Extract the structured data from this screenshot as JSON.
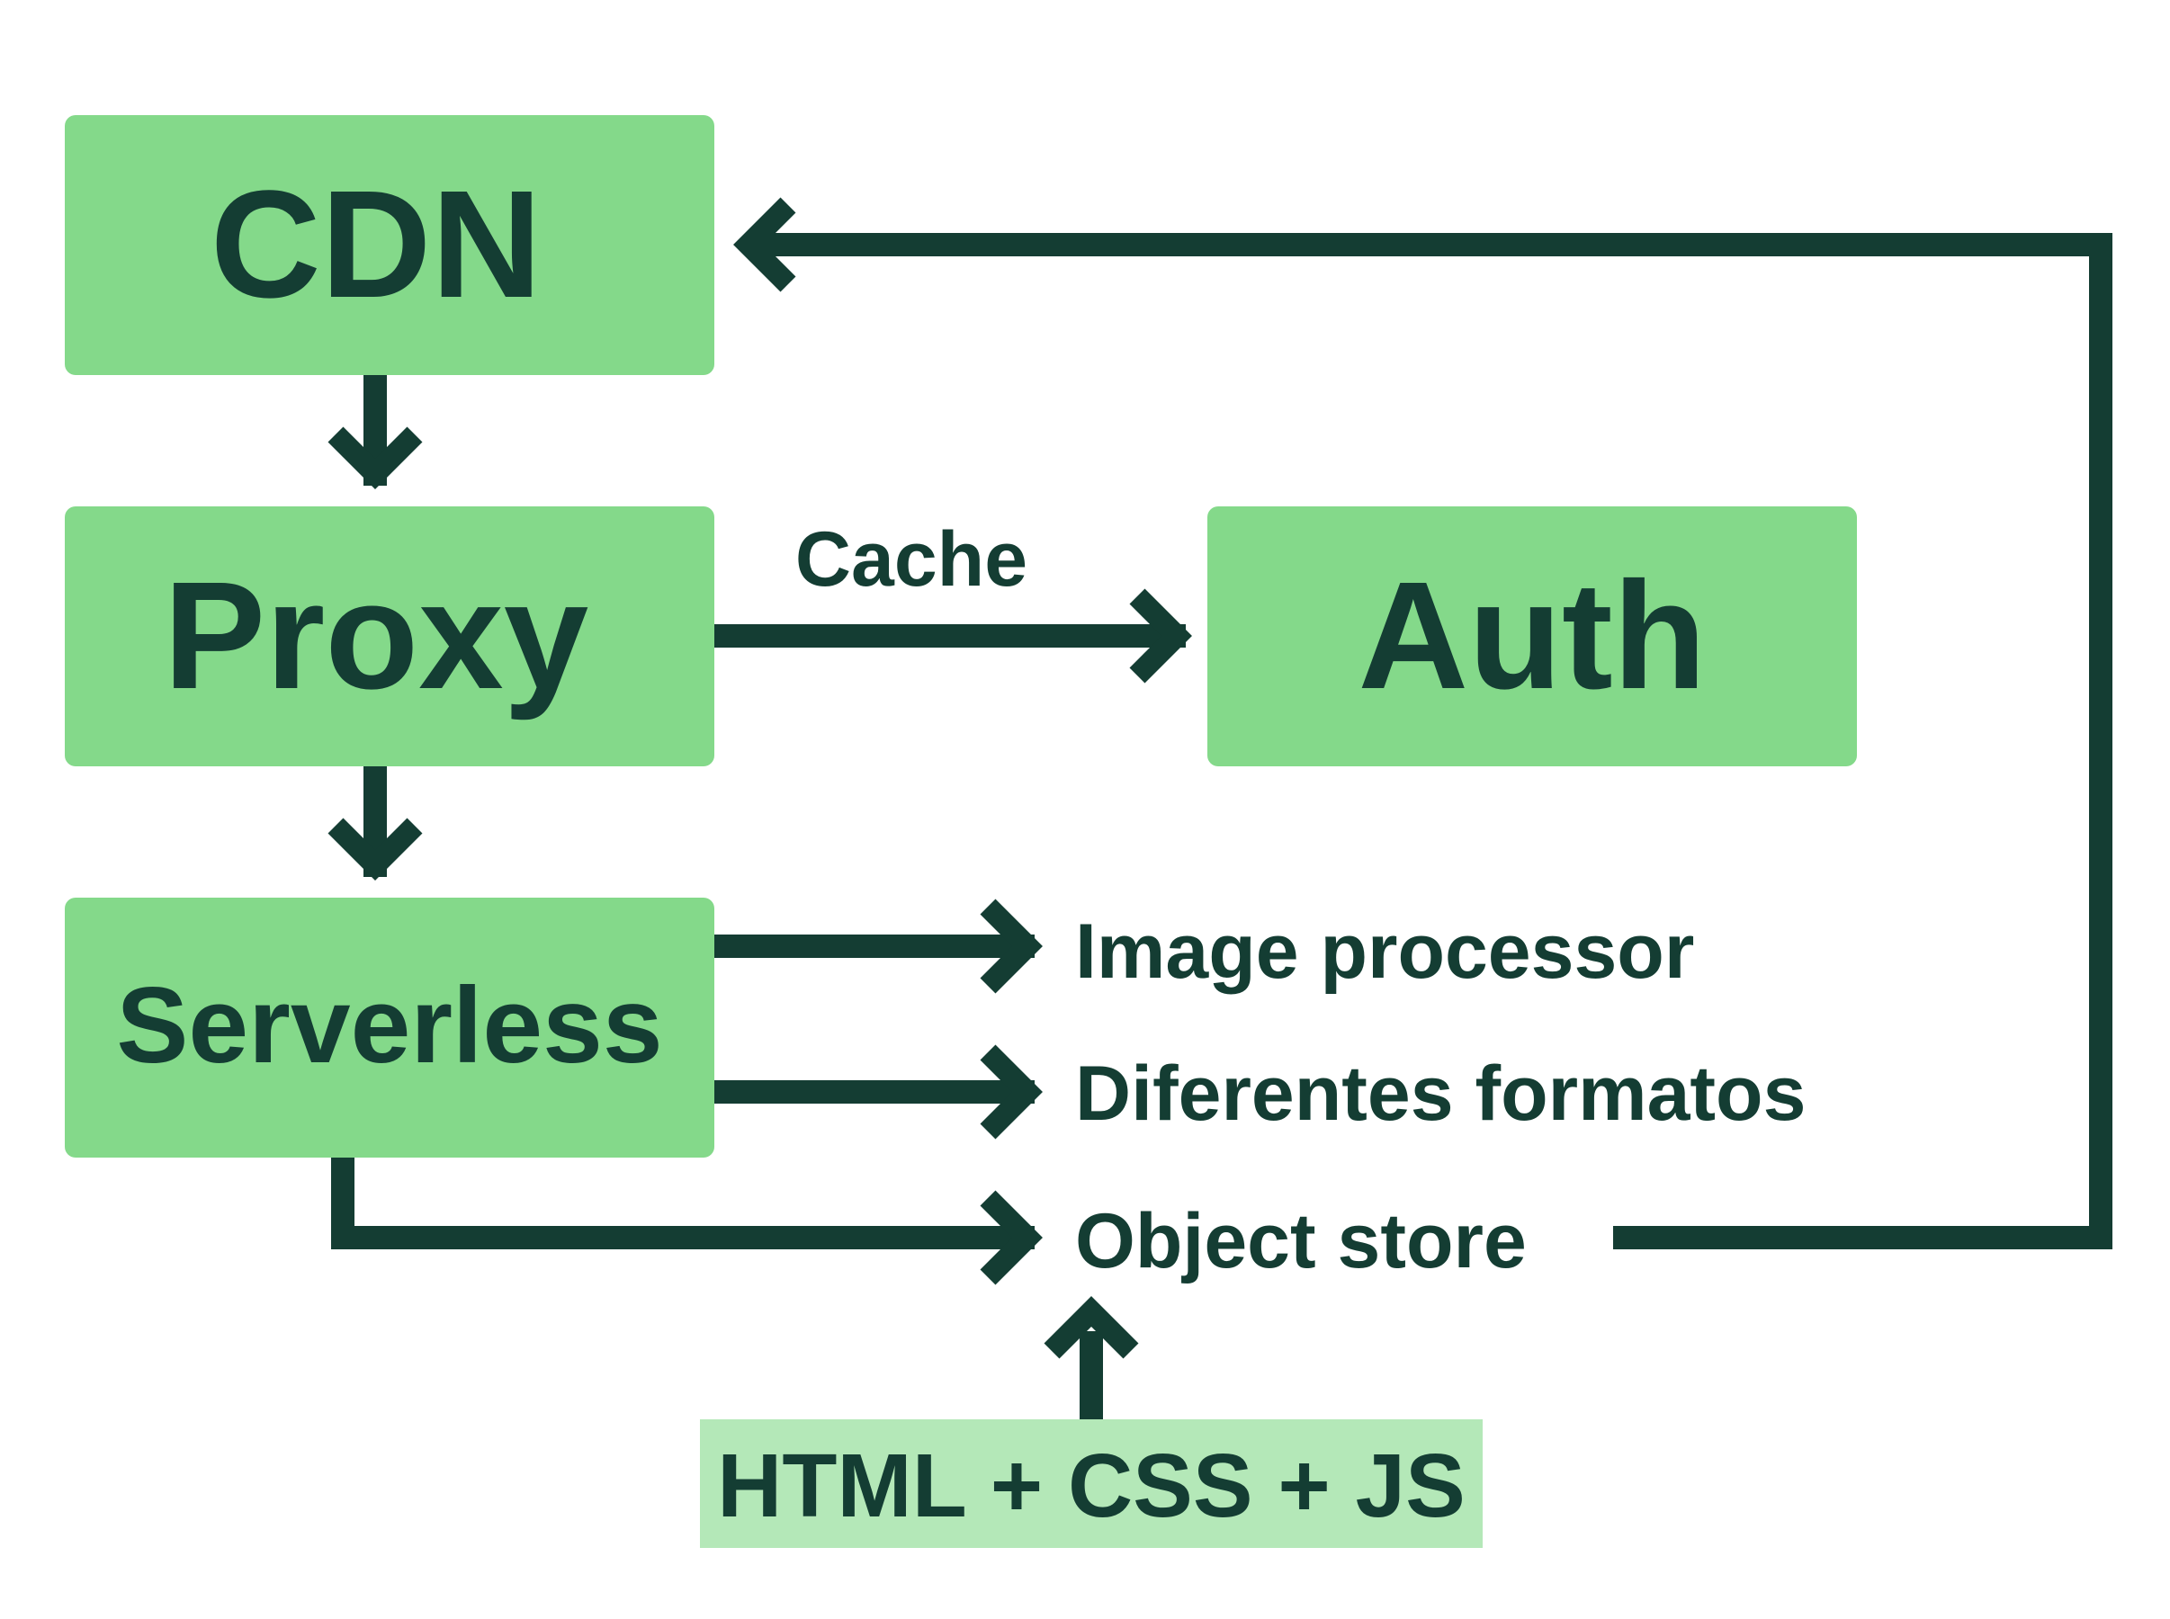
{
  "colors": {
    "box": "#84d98a",
    "box_light": "#b4e8b8",
    "ink": "#143d33",
    "background": "#ffffff"
  },
  "nodes": {
    "cdn": "CDN",
    "proxy": "Proxy",
    "auth": "Auth",
    "serverless": "Serverless",
    "static_assets": "HTML + CSS + JS"
  },
  "labels": {
    "cache": "Cache",
    "image_processor": "Image processor",
    "diferentes_formatos": "Diferentes formatos",
    "object_store": "Object store"
  },
  "icons": {
    "arrowhead": "chevron-arrowhead-icon"
  }
}
